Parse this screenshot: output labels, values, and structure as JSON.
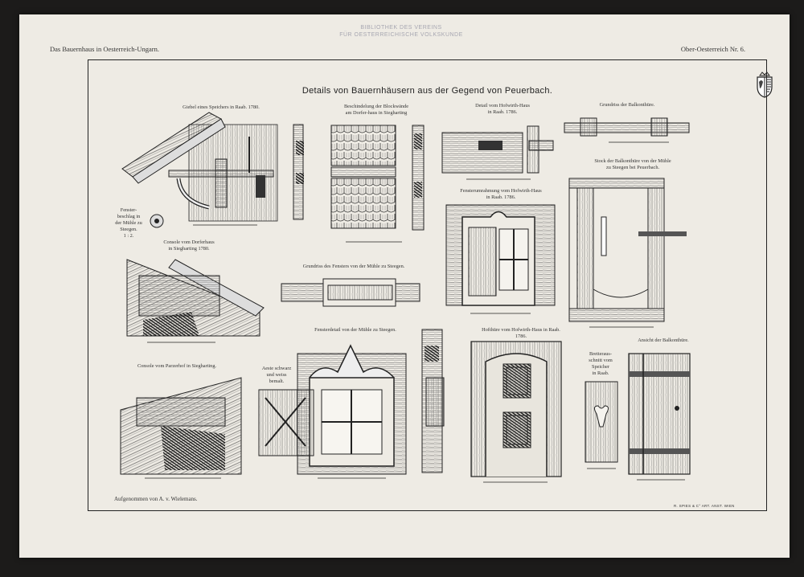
{
  "header": {
    "left": "Das Bauernhaus in Oesterreich-Ungarn.",
    "right": "Ober-Oesterreich Nr. 6."
  },
  "stamp": {
    "line1": "BIBLIOTHEK DES VEREINS",
    "line2": "FÜR OESTERREICHISCHE VOLKSKUNDE"
  },
  "title": "Details von Bauernhäusern aus der Gegend von Peuerbach.",
  "captions": {
    "giebel": "Giebel eines Speichers in Raab. 1780.",
    "beschindelung": "Beschindelung der Blockwände\nam Dorfer-haus in Siegharting",
    "detail_hofwirth": "Detail vom Hofwirth-Haus\nin Raab. 1786.",
    "grundriss_balkon": "Grundriss der Balkonthüre.",
    "fensterbeschlag": "Fenster-\nbeschlag in\nder Mühle zu\nSteegen.\n1 : 2.",
    "stock_balkon": "Stock der Balkonthüre von der Mühle\nzu Steegen bei Peuerbach.",
    "fensterumrahmung": "Fensterumrahmung vom Hofwirth-Haus\nin Raab. 1786.",
    "console_dorfer": "Console vom Dorferhaus\nin Siegharting 1780.",
    "grundriss_fenster": "Grundriss des Fensters von der Mühle zu Steegen.",
    "console_parzer": "Console vom Parzerhof in Siegharting.",
    "fensterdetail": "Fensterdetail von der Mühle zu Steegen.",
    "aeste": "Aeste schwarz\nund weiss\nbemalt.",
    "hofthuere": "Hofthüre vom Hofwirth-Haus in Raab.\n1786.",
    "ansicht_balkon": "Ansicht der Balkonthüre.",
    "bretteraus": "Bretteraus-\nschnitt vom\nSpeicher\nin Raab."
  },
  "credit": "Aufgenommen von A. v. Wielemans.",
  "printer": "R. SPIES & C° ART. ANST. WIEN"
}
